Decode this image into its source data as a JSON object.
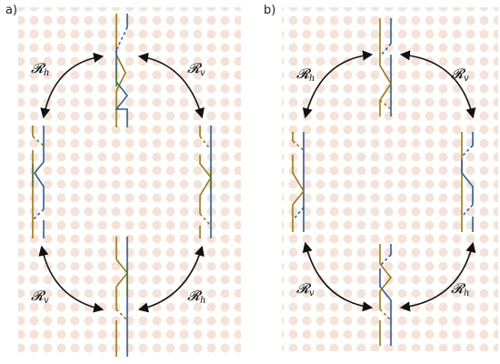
{
  "panels": [
    {
      "label": "a)",
      "operators": [
        {
          "symbol": "𝓡",
          "sub": "h"
        },
        {
          "symbol": "𝓡",
          "sub": "v"
        },
        {
          "symbol": "𝓡",
          "sub": "v"
        },
        {
          "symbol": "𝓡",
          "sub": "h"
        }
      ]
    },
    {
      "label": "b)",
      "operators": [
        {
          "symbol": "𝓡",
          "sub": "h"
        },
        {
          "symbol": "𝓡",
          "sub": "v"
        },
        {
          "symbol": "𝓡",
          "sub": "v"
        },
        {
          "symbol": "𝓡",
          "sub": "h"
        }
      ]
    }
  ],
  "colors": {
    "background": "#ffffff",
    "dot": "#f3e3d8",
    "strand_blue": "#2f5d94",
    "strand_gold": "#9a7a18",
    "overlap": "#4f7a3a",
    "arrow": "#111111"
  }
}
